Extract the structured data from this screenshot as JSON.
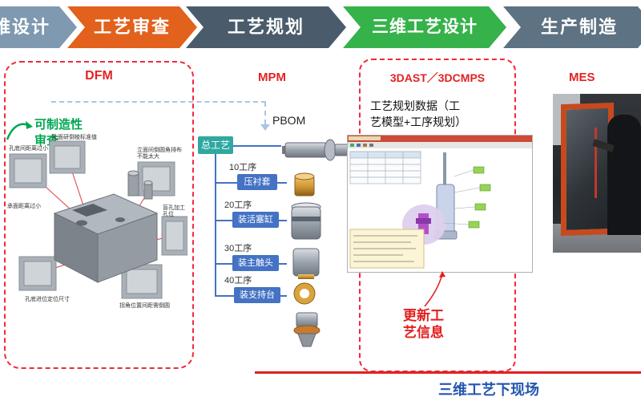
{
  "banner": {
    "steps": [
      {
        "label": "维设计",
        "color": "#7e99b0"
      },
      {
        "label": "工艺审查",
        "color": "#e2611c"
      },
      {
        "label": "工艺规划",
        "color": "#4a5c6b"
      },
      {
        "label": "三维工艺设计",
        "color": "#35b24a"
      },
      {
        "label": "生产制造",
        "color": "#5d7283"
      }
    ]
  },
  "dfm": {
    "title": "DFM",
    "note_line1": "可制造性",
    "note_line2": "审查",
    "annotations": [
      "孔底间距离过小",
      "乳面研倒棱标准值",
      "立面间倒圆角排布不能太大",
      "承面距离过小",
      "盲孔加工孔位",
      "孔底进位定位尺寸",
      "拐角位置间距需倒圆"
    ]
  },
  "mpm": {
    "title": "MPM",
    "pbom_label": "PBOM",
    "root_label": "总工艺",
    "steps": [
      {
        "seq": "10工序",
        "name": "压衬套"
      },
      {
        "seq": "20工序",
        "name": "装活塞缸"
      },
      {
        "seq": "30工序",
        "name": "装主触头"
      },
      {
        "seq": "40工序",
        "name": "装支持台"
      }
    ]
  },
  "tds": {
    "title": "3DAST／3DCMPS",
    "desc": "工艺规划数据（工艺模型+工序规划）",
    "note": "更新工艺信息"
  },
  "mes": {
    "title": "MES"
  },
  "footer": {
    "caption": "三维工艺下现场"
  },
  "colors": {
    "banner_blue": "#7e99b0",
    "banner_orange": "#e2611c",
    "banner_dark": "#4a5c6b",
    "banner_green": "#35b24a",
    "banner_gray": "#5d7283",
    "accent_red": "#e31e1e",
    "border_red": "#f2293a",
    "note_green": "#00a651",
    "box_blue": "#4472c4",
    "box_teal": "#2fa8a0",
    "dashed_line_blue": "#a8c6e4",
    "caption_blue": "#2456b0"
  }
}
